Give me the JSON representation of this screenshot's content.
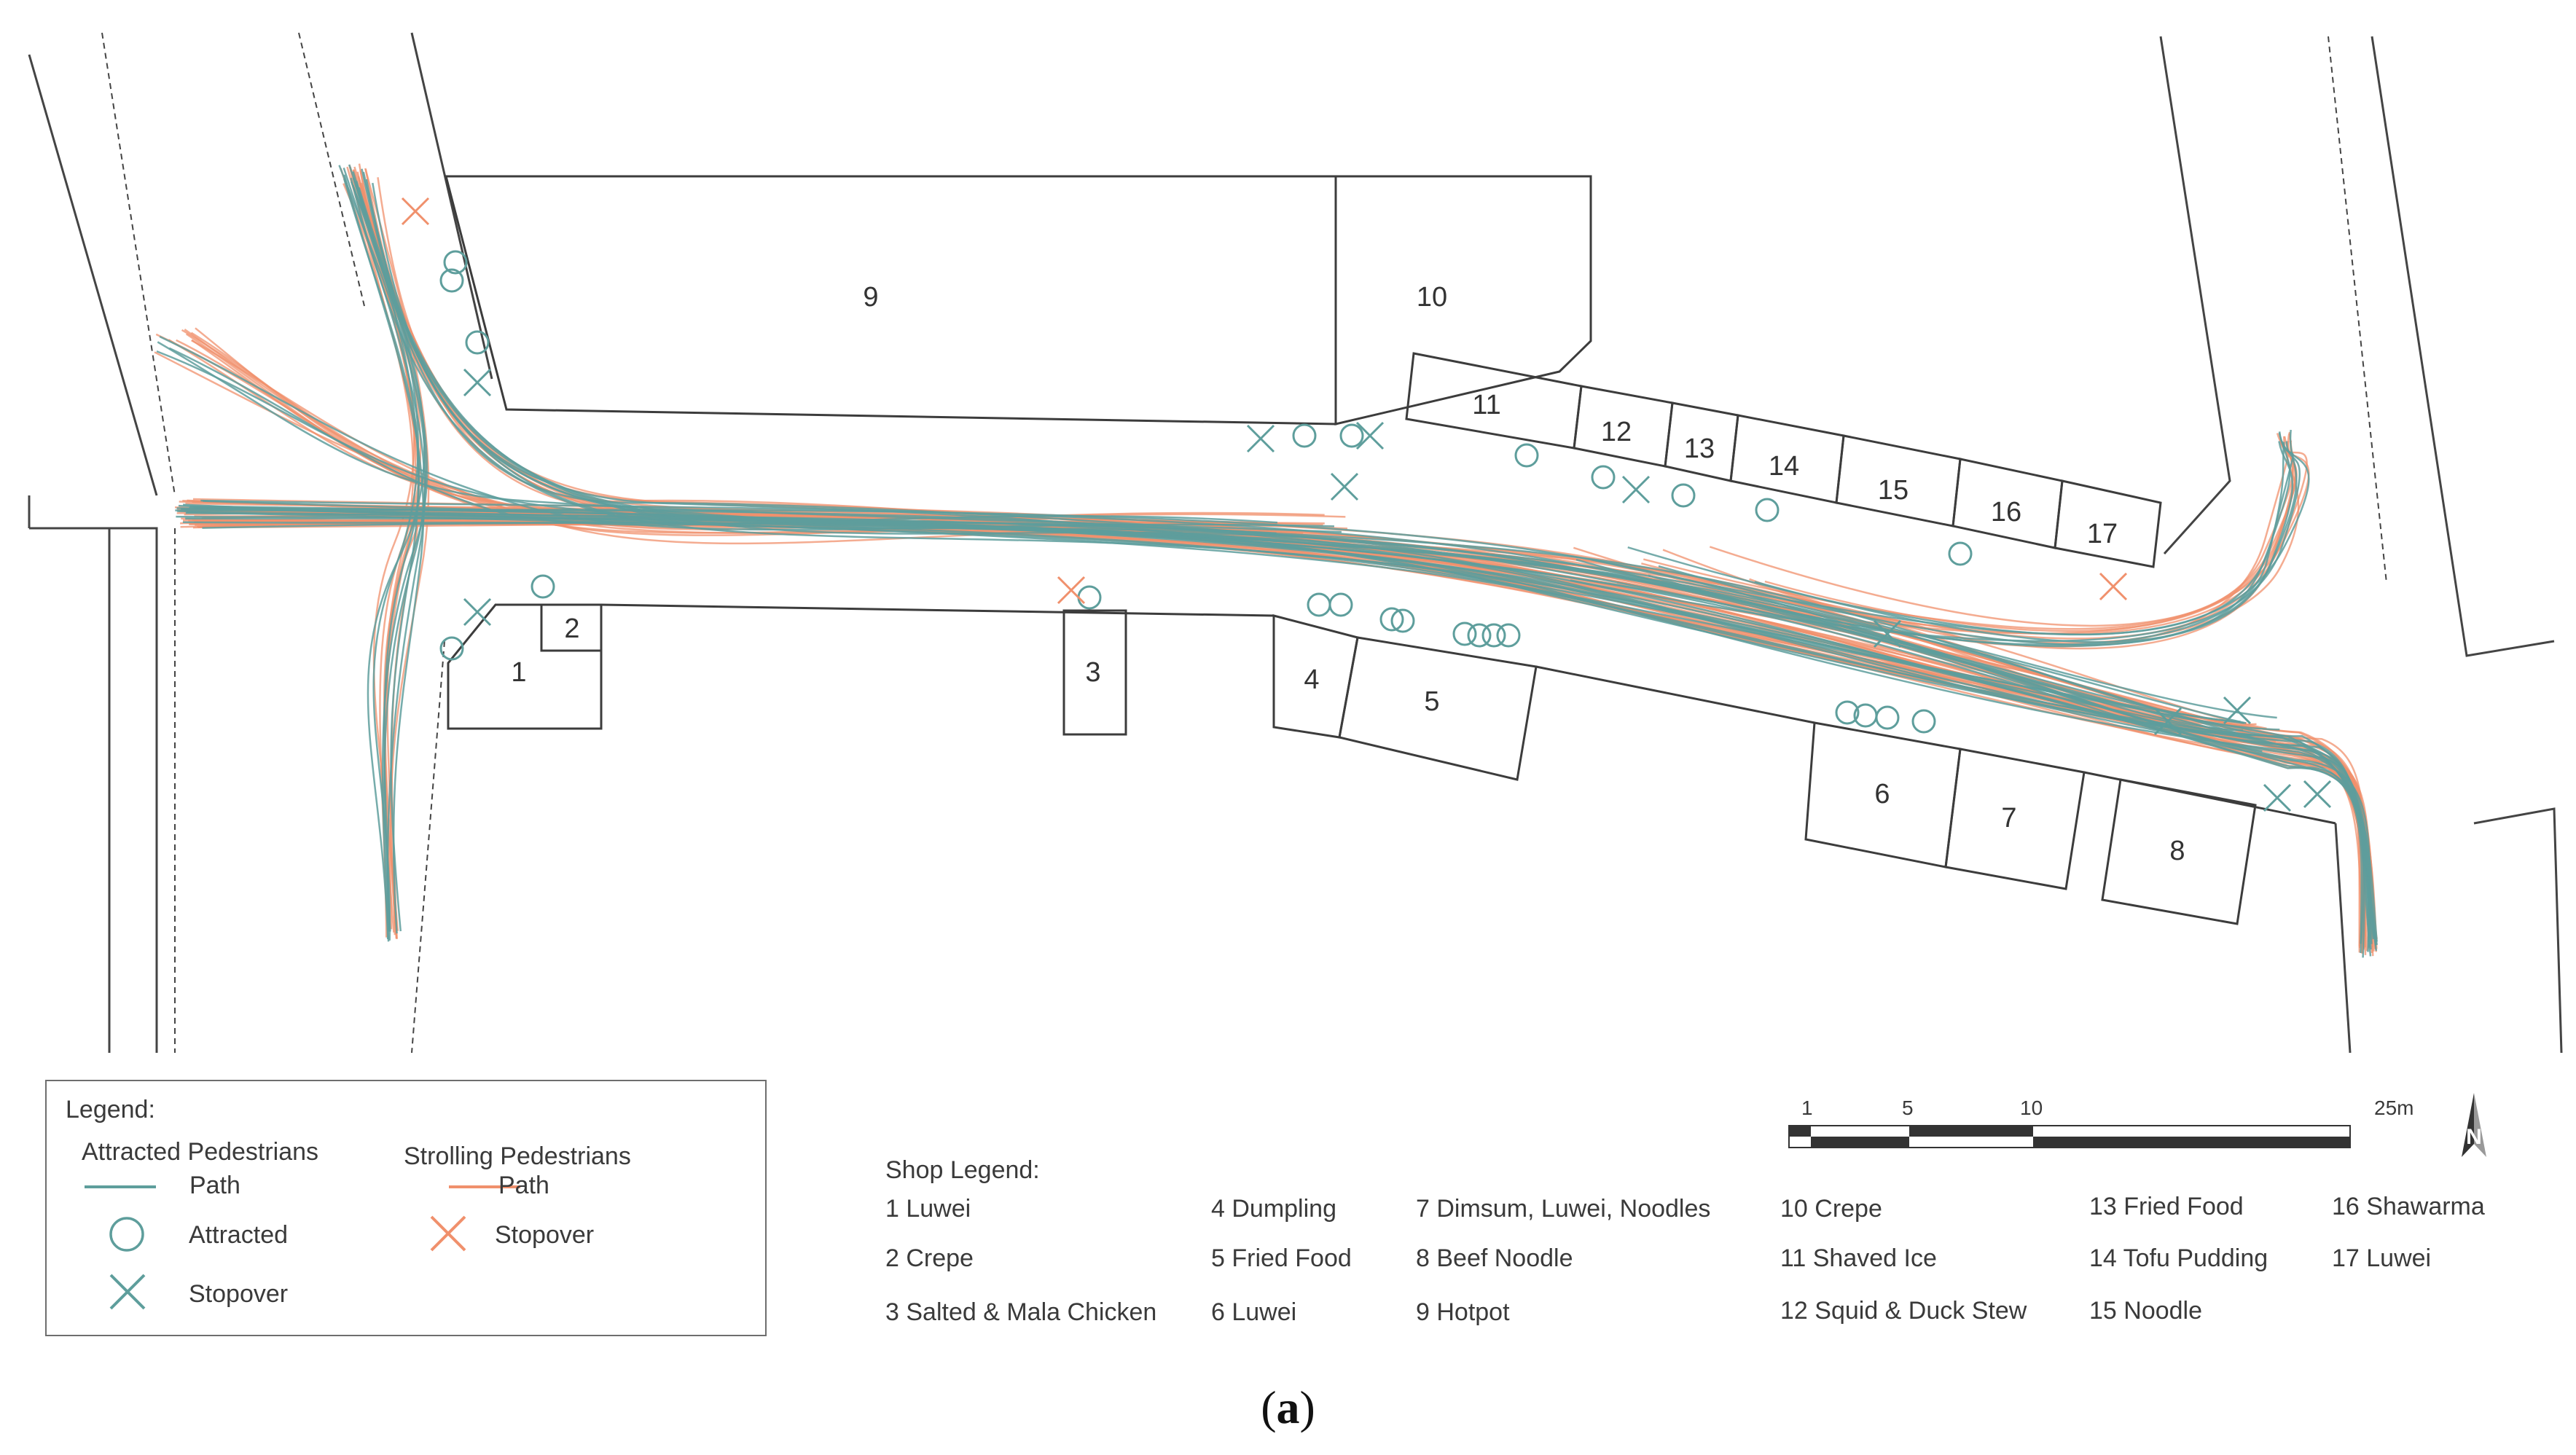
{
  "map": {
    "shops": [
      {
        "id": "1",
        "label": "1"
      },
      {
        "id": "2",
        "label": "2"
      },
      {
        "id": "3",
        "label": "3"
      },
      {
        "id": "4",
        "label": "4"
      },
      {
        "id": "5",
        "label": "5"
      },
      {
        "id": "6",
        "label": "6"
      },
      {
        "id": "7",
        "label": "7"
      },
      {
        "id": "8",
        "label": "8"
      },
      {
        "id": "9",
        "label": "9"
      },
      {
        "id": "10",
        "label": "10"
      },
      {
        "id": "11",
        "label": "11"
      },
      {
        "id": "12",
        "label": "12"
      },
      {
        "id": "13",
        "label": "13"
      },
      {
        "id": "14",
        "label": "14"
      },
      {
        "id": "15",
        "label": "15"
      },
      {
        "id": "16",
        "label": "16"
      },
      {
        "id": "17",
        "label": "17"
      }
    ],
    "colors": {
      "attracted": "#5e9e9c",
      "strolling": "#f0906c",
      "outline": "#3c3c3c",
      "street": "#444444"
    }
  },
  "legend": {
    "title": "Legend:",
    "attracted_header": "Attracted Pedestrians",
    "strolling_header": "Strolling Pedestrians",
    "path_label": "Path",
    "attracted_label": "Attracted",
    "stopover_label": "Stopover",
    "icons": {
      "attracted": "circle-icon",
      "stopover": "x-mark-icon"
    }
  },
  "shop_legend": {
    "title": "Shop Legend:",
    "items": [
      "1 Luwei",
      "2 Crepe",
      "3 Salted & Mala Chicken",
      "4 Dumpling",
      "5 Fried Food",
      "6 Luwei",
      "7 Dimsum, Luwei, Noodles",
      "8 Beef Noodle",
      "9 Hotpot",
      "10 Crepe",
      "11 Shaved Ice",
      "12 Squid & Duck Stew",
      "13 Fried Food",
      "14 Tofu Pudding",
      "15 Noodle",
      "16 Shawarma",
      "17 Luwei"
    ]
  },
  "scale_bar": {
    "ticks": [
      "1",
      "5",
      "10",
      "25m"
    ],
    "north_icon": "north-arrow-icon"
  },
  "caption": {
    "open": "(",
    "letter": "a",
    "close": ")"
  }
}
